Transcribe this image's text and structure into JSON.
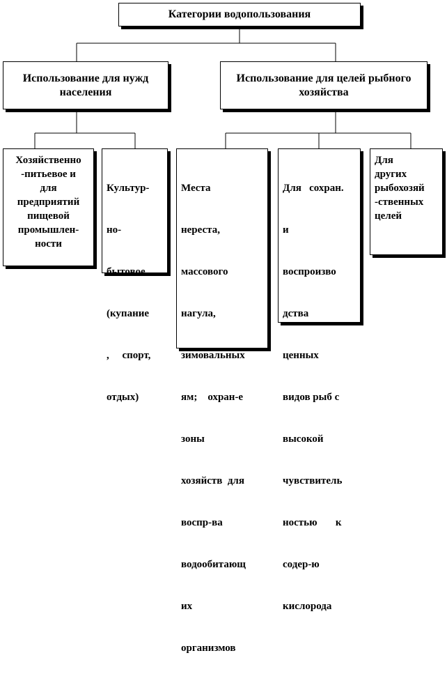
{
  "diagram": {
    "root": {
      "label": "Категории водопользования"
    },
    "left_category": {
      "label_line1": "Использование для нужд",
      "label_line2": "населения",
      "children": [
        {
          "lines": [
            "Хозяйственно",
            "-питьевое и",
            "для",
            "предприятий",
            "пищевой",
            "промышлен-",
            "ности"
          ]
        },
        {
          "lines": [
            "Культур-",
            "но-",
            "бытовое",
            "(купание",
            ",     спорт,",
            "отдых)"
          ]
        }
      ]
    },
    "right_category": {
      "label_line1": "Использование для целей рыбного",
      "label_line2": "хозяйства",
      "children": [
        {
          "lines": [
            "Места",
            "нереста,",
            "массового",
            "нагула,",
            "зимовальных",
            "ям;    охран-е",
            "зоны",
            "хозяйств  для",
            "воспр-ва",
            "водообитающ",
            "их",
            "организмов"
          ]
        },
        {
          "lines": [
            "Для   сохран.",
            "и",
            "воспроизво",
            "дства",
            "ценных",
            "видов рыб с",
            "высокой",
            "чувствитель",
            "ностью       к",
            "содер-ю",
            "кислорода"
          ]
        },
        {
          "lines": [
            "Для",
            "других",
            "рыбохозяй",
            "-ственных",
            "целей"
          ]
        }
      ]
    }
  }
}
